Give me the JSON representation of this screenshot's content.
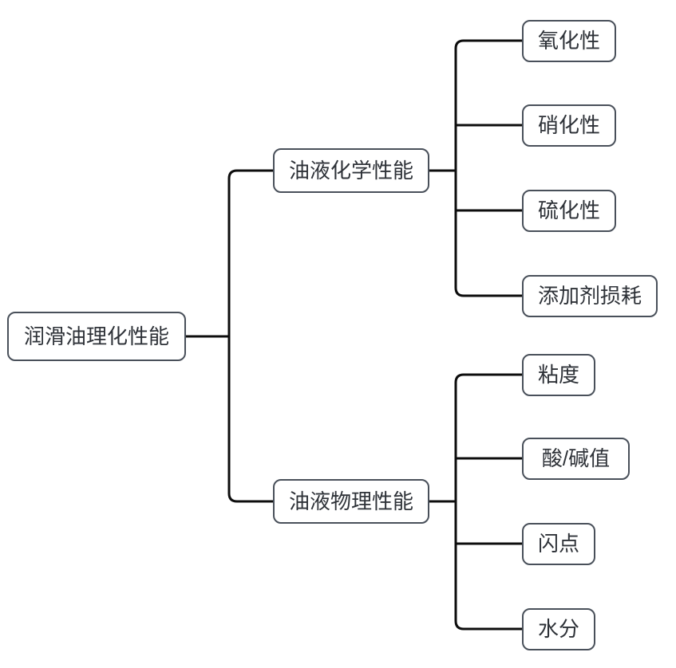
{
  "diagram": {
    "root": {
      "label": "润滑油理化性能"
    },
    "branches": [
      {
        "label": "油液化学性能",
        "children": [
          {
            "label": "氧化性"
          },
          {
            "label": "硝化性"
          },
          {
            "label": "硫化性"
          },
          {
            "label": "添加剂损耗"
          }
        ]
      },
      {
        "label": "油液物理性能",
        "children": [
          {
            "label": "粘度"
          },
          {
            "label": "酸/碱值"
          },
          {
            "label": "闪点"
          },
          {
            "label": "水分"
          }
        ]
      }
    ],
    "style": {
      "node_border_color": "#49505a",
      "node_fill_color": "#ffffff",
      "connector_color": "#0d0d0d",
      "text_color": "#2e3238",
      "background_color": "#ffffff"
    }
  }
}
